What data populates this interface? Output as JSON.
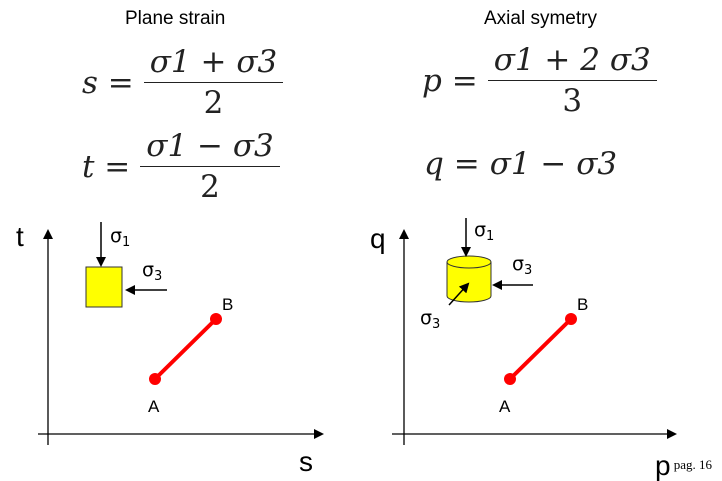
{
  "left_panel": {
    "title": "Plane strain",
    "eq1": {
      "lhs": "s =",
      "num": "σ1 + σ3",
      "den": "2"
    },
    "eq2": {
      "lhs": "t =",
      "num": "σ1 − σ3",
      "den": "2"
    },
    "y_label": "t",
    "x_label": "s",
    "stress_major": {
      "main": "σ",
      "sub": "1"
    },
    "stress_minor": {
      "main": "σ",
      "sub": "3"
    },
    "point_a": "A",
    "point_b": "B",
    "element_color": "#ffff00"
  },
  "right_panel": {
    "title": "Axial symetry",
    "eq1": {
      "lhs": "p =",
      "num": "σ1 + 2 σ3",
      "den": "3"
    },
    "eq2": {
      "lhs": "q =",
      "rhs": "σ1 − σ3"
    },
    "y_label": "q",
    "x_label": "p",
    "stress_major": {
      "main": "σ",
      "sub": "1"
    },
    "stress_minor_side": {
      "main": "σ",
      "sub": "3"
    },
    "stress_minor_front": {
      "main": "σ",
      "sub": "3"
    },
    "point_a": "A",
    "point_b": "B",
    "element_color": "#ffff00"
  },
  "path_color": "#ff0000",
  "page_label": "pag. 16"
}
